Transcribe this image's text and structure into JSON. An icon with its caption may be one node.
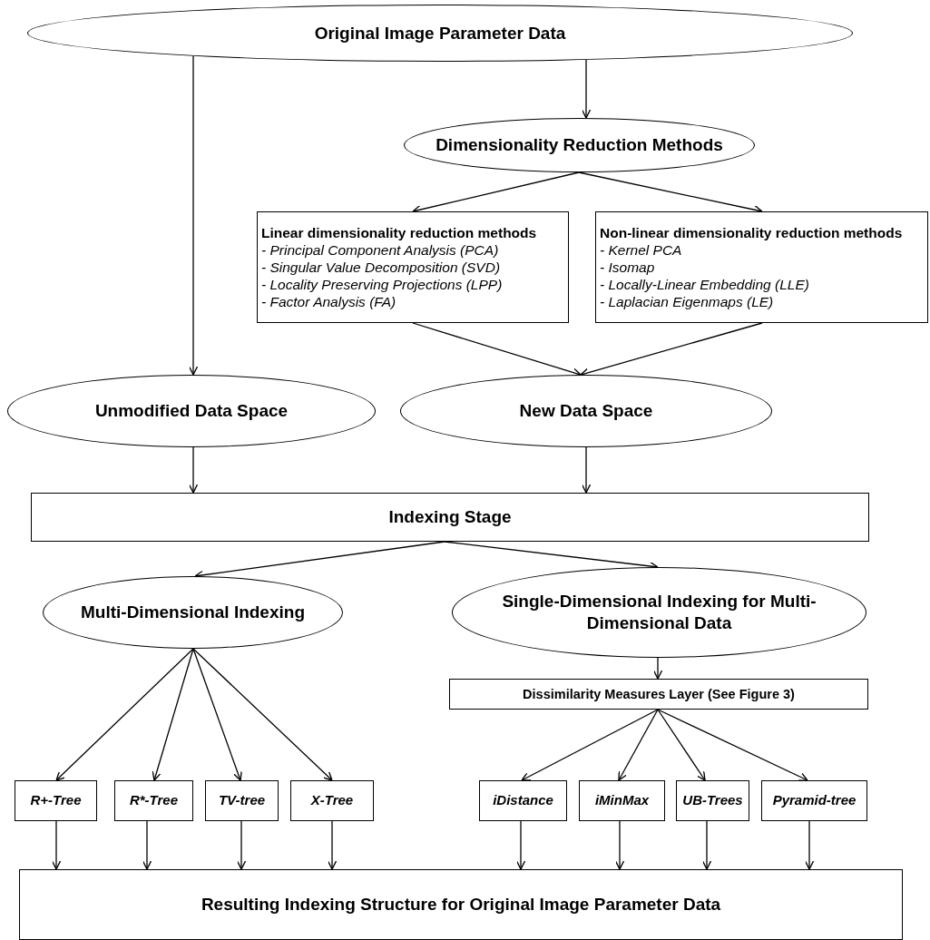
{
  "diagram": {
    "nodes": [
      {
        "text": [
          "Original Image Parameter Data"
        ]
      },
      {
        "text": [
          "Dimensionality Reduction Methods"
        ]
      },
      {
        "text": [
          "Linear dimensionality reduction methods",
          "- Principal Component Analysis (PCA)",
          "- Singular Value Decomposition (SVD)",
          "- Locality Preserving Projections (LPP)",
          "- Factor Analysis (FA)"
        ]
      },
      {
        "text": [
          "Non-linear dimensionality reduction methods",
          "- Kernel PCA",
          "- Isomap",
          "- Locally-Linear Embedding (LLE)",
          "- Laplacian Eigenmaps (LE)"
        ]
      },
      {
        "text": [
          "Unmodified Data Space"
        ]
      },
      {
        "text": [
          "New Data Space"
        ]
      },
      {
        "text": [
          "Indexing Stage"
        ]
      },
      {
        "text": [
          "Multi-Dimensional Indexing"
        ]
      },
      {
        "text": [
          "Single-Dimensional Indexing for Multi-Dimensional Data"
        ]
      },
      {
        "text": [
          "Dissimilarity Measures Layer (See Figure 3)"
        ]
      },
      {
        "text": [
          "R+-Tree"
        ]
      },
      {
        "text": [
          "R*-Tree"
        ]
      },
      {
        "text": [
          "TV-tree"
        ]
      },
      {
        "text": [
          "X-Tree"
        ]
      },
      {
        "text": [
          "iDistance"
        ]
      },
      {
        "text": [
          "iMinMax"
        ]
      },
      {
        "text": [
          "UB-Trees"
        ]
      },
      {
        "text": [
          "Pyramid-tree"
        ]
      },
      {
        "text": [
          "Resulting Indexing Structure for Original Image Parameter Data"
        ]
      }
    ],
    "edges": [
      {
        "from": 0,
        "to": 4,
        "arrow": "to"
      },
      {
        "from": 0,
        "to": 1,
        "arrow": "to"
      },
      {
        "from": 1,
        "to": 2,
        "arrow": "to"
      },
      {
        "from": 1,
        "to": 3,
        "arrow": "to"
      },
      {
        "from": 2,
        "to": 5,
        "arrow": "to"
      },
      {
        "from": 3,
        "to": 5,
        "arrow": "to"
      },
      {
        "from": 4,
        "to": 6,
        "arrow": "to"
      },
      {
        "from": 5,
        "to": 6,
        "arrow": "to"
      },
      {
        "from": 6,
        "to": 7,
        "arrow": "to"
      },
      {
        "from": 6,
        "to": 8,
        "arrow": "to"
      },
      {
        "from": 7,
        "to": 10,
        "arrow": "to"
      },
      {
        "from": 7,
        "to": 11,
        "arrow": "to"
      },
      {
        "from": 7,
        "to": 12,
        "arrow": "to"
      },
      {
        "from": 7,
        "to": 13,
        "arrow": "to"
      },
      {
        "from": 8,
        "to": 9,
        "arrow": "to"
      },
      {
        "from": 9,
        "to": 14,
        "arrow": "to"
      },
      {
        "from": 9,
        "to": 15,
        "arrow": "to"
      },
      {
        "from": 9,
        "to": 16,
        "arrow": "to"
      },
      {
        "from": 9,
        "to": 17,
        "arrow": "to"
      },
      {
        "from": 10,
        "to": 18,
        "arrow": "to"
      },
      {
        "from": 11,
        "to": 18,
        "arrow": "to"
      },
      {
        "from": 12,
        "to": 18,
        "arrow": "to"
      },
      {
        "from": 13,
        "to": 18,
        "arrow": "to"
      },
      {
        "from": 14,
        "to": 18,
        "arrow": "to"
      },
      {
        "from": 15,
        "to": 18,
        "arrow": "to"
      },
      {
        "from": 16,
        "to": 18,
        "arrow": "to"
      },
      {
        "from": 17,
        "to": 18,
        "arrow": "to"
      }
    ]
  }
}
